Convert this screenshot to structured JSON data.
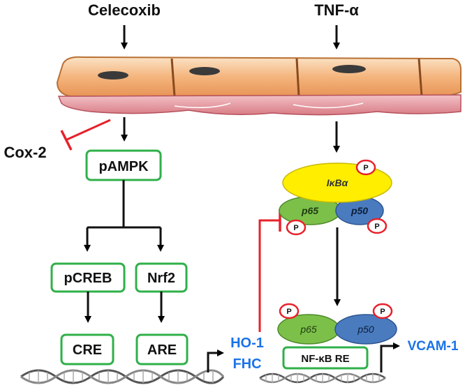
{
  "drugs": {
    "left": "Celecoxib",
    "right": "TNF-α"
  },
  "inhibited": "Cox-2",
  "nodes": {
    "pampk": "pAMPK",
    "pcreb": "pCREB",
    "nrf2": "Nrf2",
    "cre": "CRE",
    "are": "ARE",
    "nfkb_re": "NF-κB RE"
  },
  "complex": {
    "ikba": "IκBα",
    "p65": "p65",
    "p50": "p50",
    "phospho": "P"
  },
  "outputs": {
    "ho1": "HO-1",
    "fhc": "FHC",
    "vcam1": "VCAM-1"
  },
  "colors": {
    "box_border": "#2fb04a",
    "inhibit": "#e8202a",
    "output_text": "#1a73e8",
    "ikba": "#ffee00",
    "p65": "#7cc04a",
    "p50": "#4a7bbf"
  }
}
